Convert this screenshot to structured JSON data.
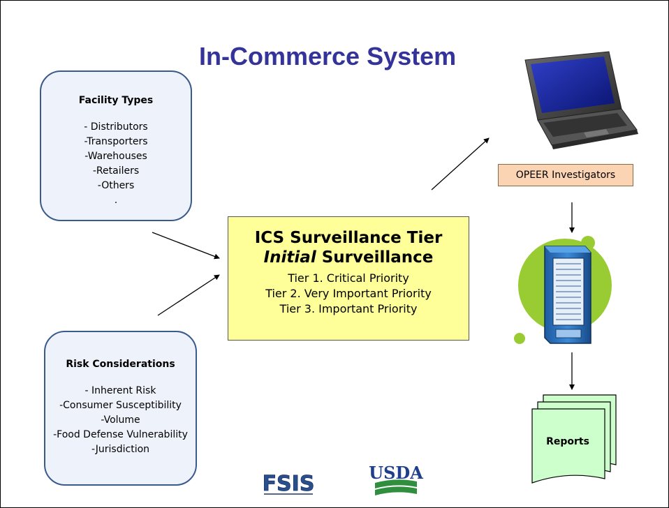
{
  "title": "In-Commerce System",
  "facility": {
    "heading": "Facility Types",
    "items": [
      "- Distributors",
      "-Transporters",
      "-Warehouses",
      "-Retailers",
      "-Others",
      "."
    ]
  },
  "risk": {
    "heading": "Risk Considerations",
    "items": [
      "- Inherent Risk",
      "-Consumer Susceptibility",
      "-Volume",
      "-Food Defense Vulnerability",
      "-Jurisdiction"
    ]
  },
  "center": {
    "line1": "ICS Surveillance Tier",
    "line2_italic": "Initial",
    "line2_rest": " Surveillance",
    "tiers": [
      "Tier 1.  Critical Priority",
      "Tier 2.  Very Important Priority",
      "Tier 3.  Important Priority"
    ]
  },
  "opeer": "OPEER Investigators",
  "reports": "Reports",
  "logos": {
    "fsis": "FSIS",
    "usda": "USDA"
  },
  "colors": {
    "title": "#33339a",
    "center_fill": "#ffff99",
    "opeer_fill": "#fbd4b4",
    "reports_fill": "#ccffcc",
    "server_circle": "#99cc33"
  },
  "icons": [
    "laptop-icon",
    "server-icon",
    "reports-documents-icon",
    "fsis-logo",
    "usda-logo"
  ]
}
